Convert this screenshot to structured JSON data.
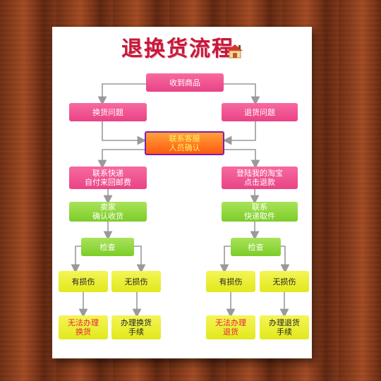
{
  "title": "退换货流程",
  "colors": {
    "pink": "#ec4a8a",
    "orange": "#ff6a1a",
    "green": "#8fd73a",
    "yellow": "#ecee2c",
    "title": "#c8183a",
    "connector": "#9a9a9a"
  },
  "icons": [
    "house-icon"
  ],
  "nodes": {
    "received": "收到商品",
    "exchange_issue": "换货问题",
    "return_issue": "退货问题",
    "contact_cs": "联系客服\n人员确认",
    "exchange_courier": "联系快递\n自付来回邮费",
    "return_taobao": "登陆我的淘宝\n点击退款",
    "seller_confirm": "卖家\n确认收货",
    "return_courier": "联系\n快递取件",
    "inspect_left": "检查",
    "inspect_right": "检查",
    "damaged_left": "有损伤",
    "undamaged_left": "无损伤",
    "damaged_right": "有损伤",
    "undamaged_right": "无损伤",
    "cannot_exchange": "无法办理\n换货",
    "process_exchange": "办理换货\n手续",
    "cannot_return": "无法办理\n退货",
    "process_return": "办理退货\n手续"
  }
}
